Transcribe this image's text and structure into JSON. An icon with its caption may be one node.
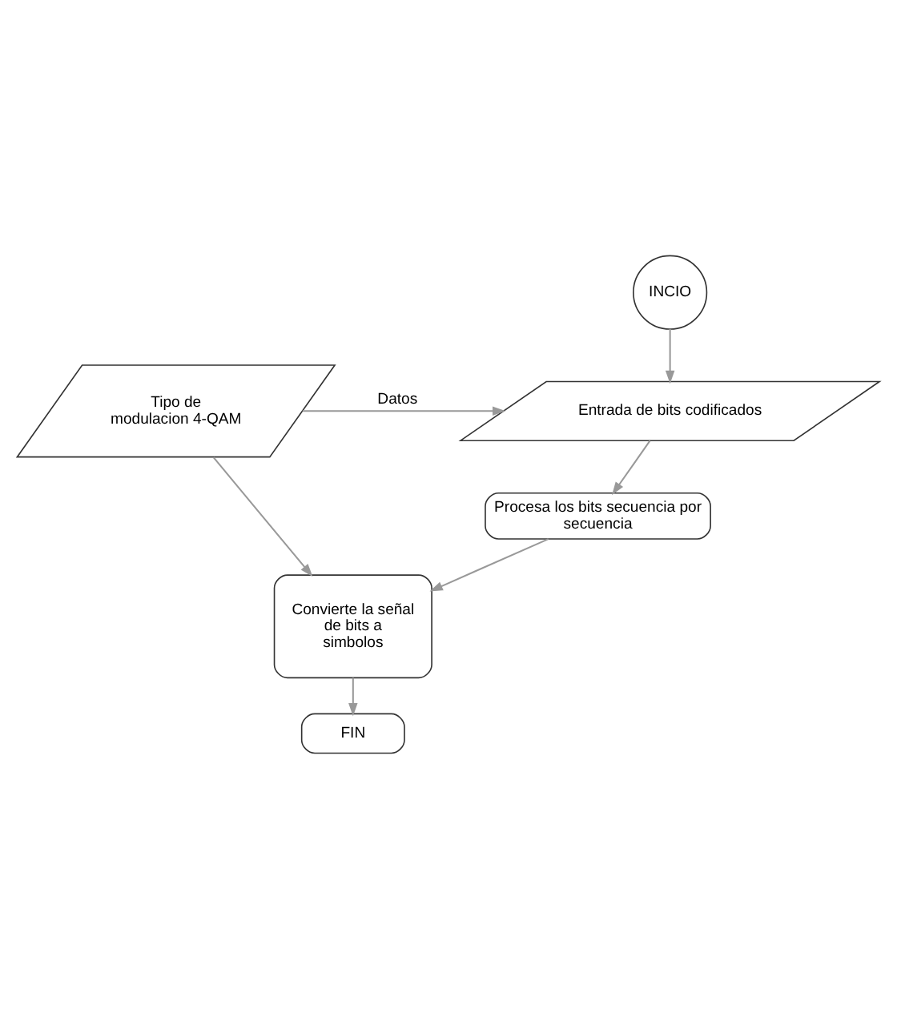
{
  "diagram": {
    "nodes": [
      {
        "text": [
          "INCIO"
        ]
      },
      {
        "text": [
          "Tipo de modulacion 4-QAM"
        ]
      },
      {
        "text": [
          "Entrada de bits codificados"
        ]
      },
      {
        "text": [
          "Procesa los bits secuencia por secuencia"
        ]
      },
      {
        "text": [
          "Convierte la señal de bits a simbolos"
        ]
      },
      {
        "text": [
          "FIN"
        ]
      }
    ],
    "edges": [
      {
        "from": 0,
        "to": 2,
        "arrow": "to"
      },
      {
        "from": 1,
        "to": 2,
        "arrow": "to",
        "label": "Datos"
      },
      {
        "from": 2,
        "to": 3,
        "arrow": "to"
      },
      {
        "from": 3,
        "to": 4,
        "arrow": "to"
      },
      {
        "from": 1,
        "to": 4,
        "arrow": "to"
      },
      {
        "from": 4,
        "to": 5,
        "arrow": "to"
      }
    ]
  }
}
